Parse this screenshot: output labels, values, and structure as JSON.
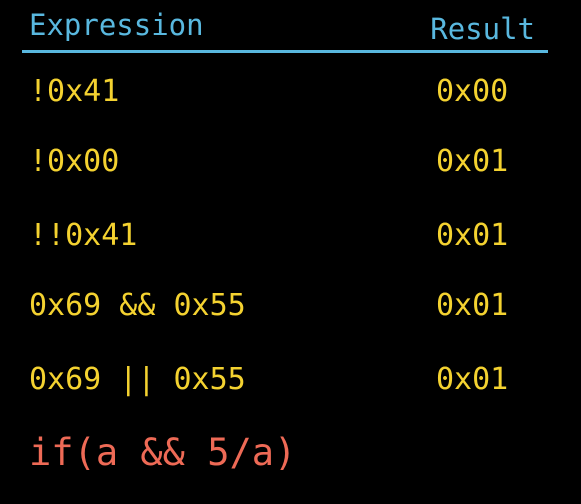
{
  "colors": {
    "header": "#59b8df",
    "value": "#f4d230",
    "code": "#ee6a56",
    "background": "#000000"
  },
  "table": {
    "headers": {
      "expression": "Expression",
      "result": "Result"
    },
    "rows": [
      {
        "expression": "!0x41",
        "result": "0x00"
      },
      {
        "expression": "!0x00",
        "result": "0x01"
      },
      {
        "expression": "!!0x41",
        "result": "0x01"
      },
      {
        "expression": "0x69 && 0x55",
        "result": "0x01"
      },
      {
        "expression": "0x69 || 0x55",
        "result": "0x01"
      }
    ]
  },
  "footer_code": "if(a && 5/a)"
}
